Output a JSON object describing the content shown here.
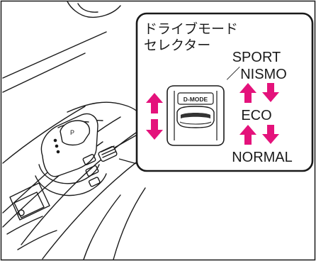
{
  "callout": {
    "title_line1": "ドライブモード",
    "title_line2": "セレクター"
  },
  "switch": {
    "label": "D-MODE"
  },
  "modes": {
    "top_line1": "SPORT",
    "top_line2": "／NISMO",
    "middle": "ECO",
    "bottom": "NORMAL"
  },
  "lever": {
    "knob_label": "P"
  },
  "colors": {
    "arrow": "#e4127b",
    "line": "#1a1a1a",
    "background": "#ffffff"
  }
}
